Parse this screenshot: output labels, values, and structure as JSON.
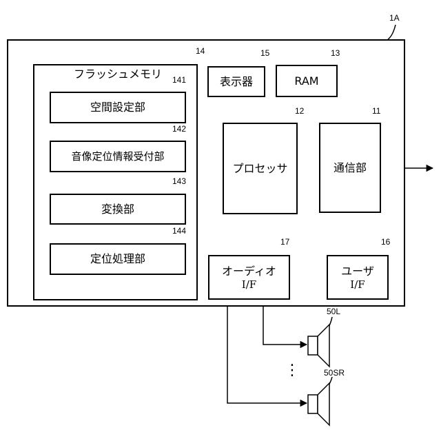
{
  "device": {
    "ref": "1A"
  },
  "flash": {
    "title": "フラッシュメモリ",
    "ref": "14",
    "modules": [
      {
        "ref": "141",
        "label": "空間設定部"
      },
      {
        "ref": "142",
        "label": "音像定位情報受付部"
      },
      {
        "ref": "143",
        "label": "変換部"
      },
      {
        "ref": "144",
        "label": "定位処理部"
      }
    ]
  },
  "display": {
    "ref": "15",
    "label": "表示器"
  },
  "ram": {
    "ref": "13",
    "label": "RAM"
  },
  "processor": {
    "ref": "12",
    "label": "プロセッサ"
  },
  "comm": {
    "ref": "11",
    "label": "通信部"
  },
  "audio_if": {
    "ref": "17",
    "line1": "オーディオ",
    "line2": "I/F"
  },
  "user_if": {
    "ref": "16",
    "line1": "ユーザ",
    "line2": "I/F"
  },
  "speakers": [
    {
      "ref": "50L"
    },
    {
      "ref": "50SR"
    }
  ],
  "ellipsis": "⋮"
}
